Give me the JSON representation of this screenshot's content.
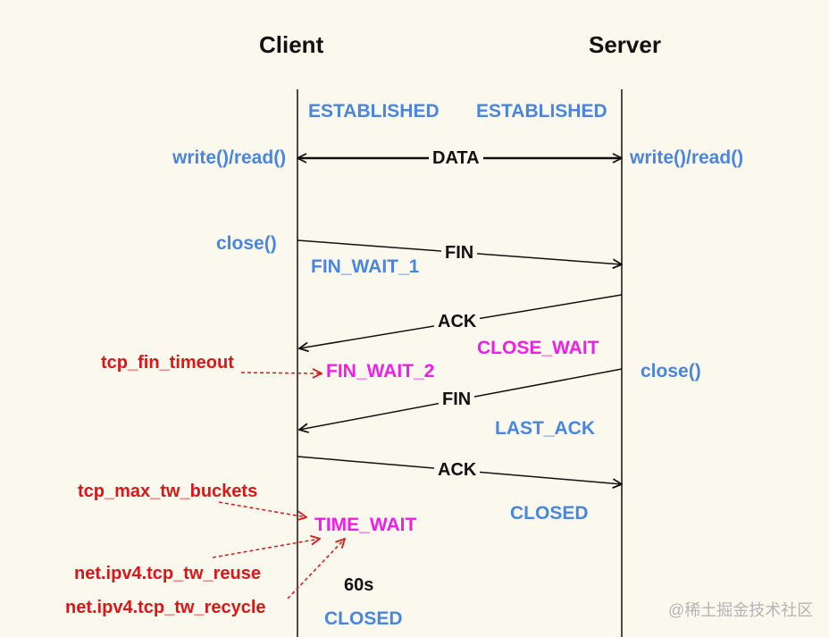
{
  "headers": {
    "client": "Client",
    "server": "Server"
  },
  "states": {
    "client_established": "ESTABLISHED",
    "server_established": "ESTABLISHED",
    "fin_wait_1": "FIN_WAIT_1",
    "close_wait": "CLOSE_WAIT",
    "fin_wait_2": "FIN_WAIT_2",
    "last_ack": "LAST_ACK",
    "server_closed": "CLOSED",
    "time_wait": "TIME_WAIT",
    "client_closed": "CLOSED"
  },
  "calls": {
    "client_rw": "write()/read()",
    "server_rw": "write()/read()",
    "client_close": "close()",
    "server_close": "close()"
  },
  "segments": {
    "data": "DATA",
    "fin1": "FIN",
    "ack1": "ACK",
    "fin2": "FIN",
    "ack2": "ACK"
  },
  "params": {
    "fin_timeout": "tcp_fin_timeout",
    "max_tw_buckets": "tcp_max_tw_buckets",
    "tw_reuse": "net.ipv4.tcp_tw_reuse",
    "tw_recycle": "net.ipv4.tcp_tw_recycle"
  },
  "timer": "60s",
  "watermark": "@稀土掘金技术社区",
  "colors": {
    "background": "#fbf8ed",
    "state_blue": "#4a86de",
    "state_magenta": "#ee1fe6",
    "param_red": "#d81818",
    "line_black": "#111111"
  }
}
